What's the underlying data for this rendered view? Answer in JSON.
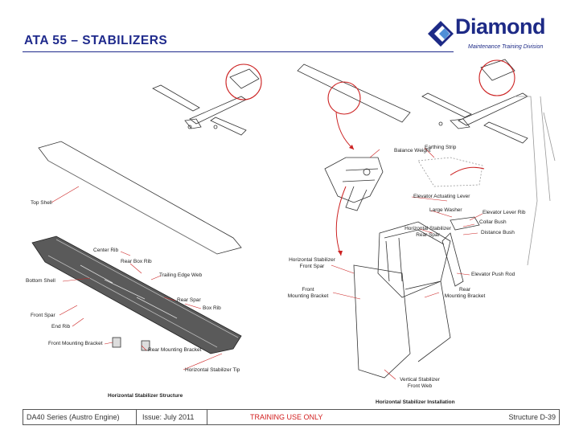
{
  "header": {
    "title": "ATA 55 – STABILIZERS",
    "logo_text": "Diamond",
    "logo_subtitle": "Maintenance Training Division"
  },
  "left_figure": {
    "caption": "Horizontal Stabilizer Structure",
    "labels": {
      "top_shell": "Top Shell",
      "center_rib": "Center Rib",
      "rear_box_rib": "Rear Box Rib",
      "bottom_shell": "Bottom Shell",
      "trailing_edge_web": "Trailing Edge Web",
      "rear_spar": "Rear Spar",
      "front_spar": "Front Spar",
      "box_rib": "Box Rib",
      "end_rib": "End Rib",
      "front_mounting_bracket": "Front Mounting Bracket",
      "rear_mounting_bracket": "Rear Mounting Bracket",
      "horizontal_stabilizer_tip": "Horizontal Stabilizer Tip"
    }
  },
  "right_figure": {
    "caption": "Horizontal Stabilizer Installation",
    "labels": {
      "balance_weight": "Balance Weight",
      "earthing_strip": "Earthing Strip",
      "elevator_actuating_lever": "Elevator Actuating Lever",
      "large_washer": "Large Washer",
      "elevator_lever_rib": "Elevator Lever Rib",
      "collar_bush": "Collar Bush",
      "distance_bush": "Distance Bush",
      "hs_rear_spar_1": "Horizontal Stabilizer",
      "hs_rear_spar_2": "Rear Spar",
      "hs_front_spar_1": "Horizontal Stabilizer",
      "hs_front_spar_2": "Front Spar",
      "elevator_push_rod": "Elevator Push Rod",
      "front_bracket_1": "Front",
      "front_bracket_2": "Mounting Bracket",
      "rear_bracket_1": "Rear",
      "rear_bracket_2": "Mounting Bracket",
      "vs_front_web_1": "Vertical Stabilizer",
      "vs_front_web_2": "Front Web"
    }
  },
  "footer": {
    "model": "DA40 Series (Austro Engine)",
    "issue": "Issue: July 2011",
    "notice": "TRAINING USE ONLY",
    "page": "Structure D-39"
  },
  "colors": {
    "title_blue": "#1f2a8c",
    "callout_red": "#cc2222",
    "notice_red": "#d21e1e"
  }
}
